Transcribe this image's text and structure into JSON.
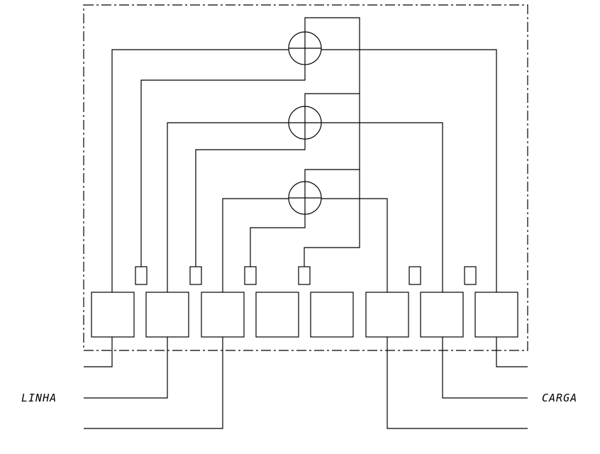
{
  "labels": {
    "line": "LINHA",
    "load": "CARGA"
  },
  "terminal_block": {
    "main_terminal_count": 8,
    "potential_link_count": 6
  },
  "meter_elements": 3
}
